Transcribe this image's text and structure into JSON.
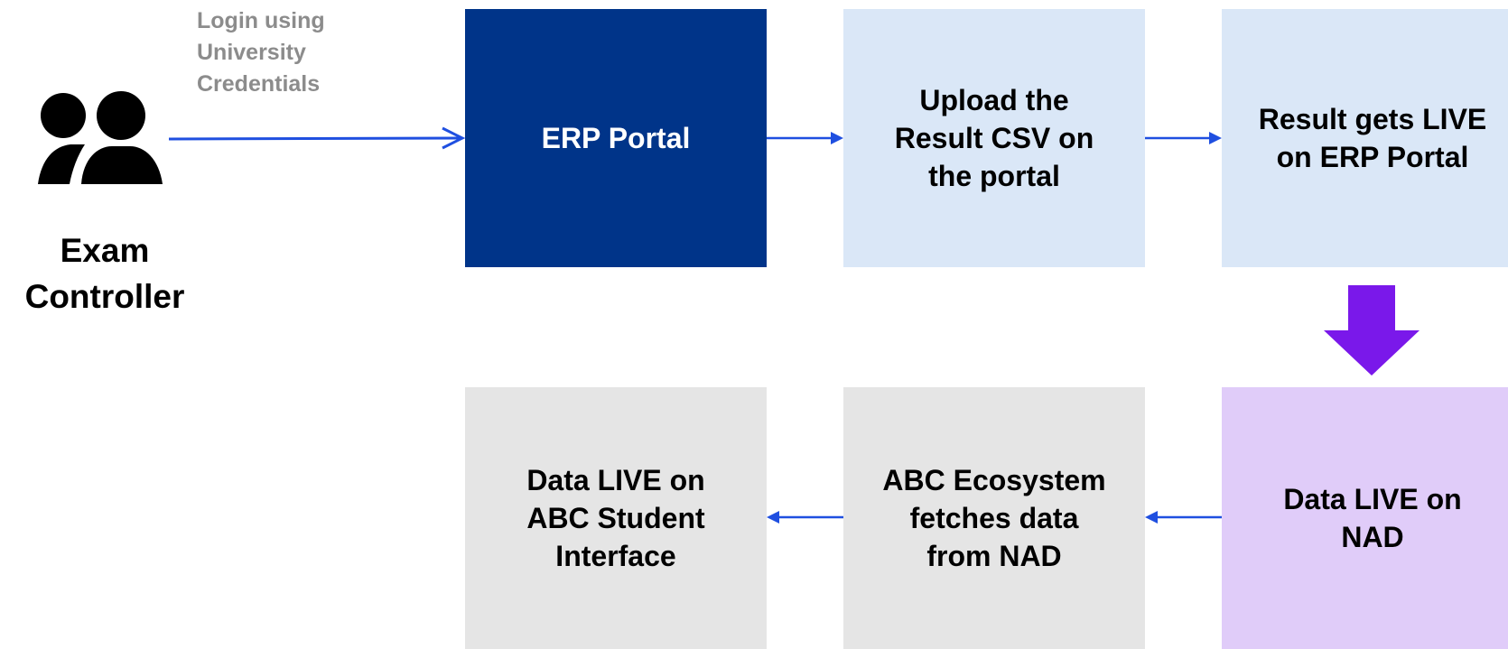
{
  "actor": {
    "label": "Exam\nController",
    "icon": "users-icon"
  },
  "login_note": "Login using\nUniversity\nCredentials",
  "flow": {
    "erp_portal": "ERP Portal",
    "upload_csv": "Upload the\nResult CSV on\nthe portal",
    "result_live": "Result gets LIVE\non ERP Portal",
    "data_live_nad": "Data LIVE on\nNAD",
    "abc_fetch": "ABC Ecosystem\nfetches data\nfrom NAD",
    "data_live_student": "Data LIVE on\nABC Student\nInterface"
  },
  "colors": {
    "erp_fill": "#003489",
    "step_fill": "#dae7f7",
    "nad_fill": "#e0ccf9",
    "grey_fill": "#e5e5e5",
    "connector": "#1f4fe0",
    "down_arrow": "#7a18ea"
  }
}
